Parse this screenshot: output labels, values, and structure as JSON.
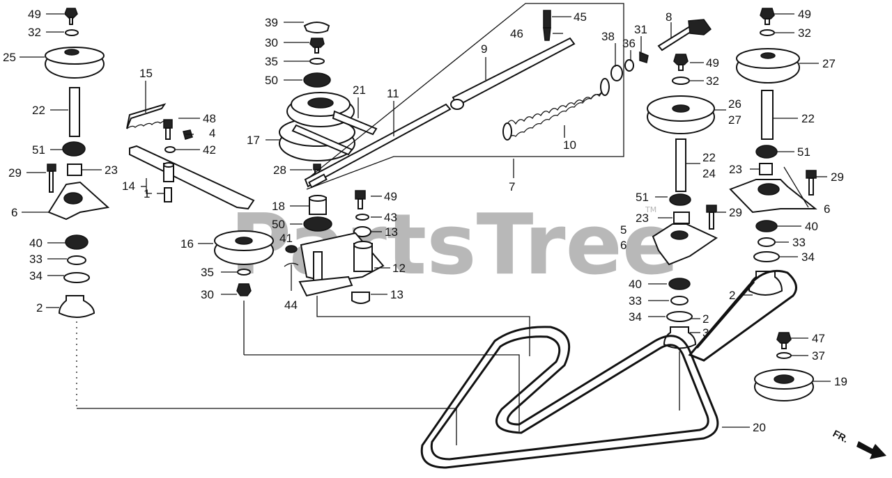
{
  "watermark": {
    "text": "PartsTree",
    "tm": "TM"
  },
  "direction": {
    "label": "FR."
  },
  "callouts": [
    "49",
    "32",
    "25",
    "22",
    "51",
    "29",
    "23",
    "6",
    "40",
    "33",
    "34",
    "2",
    "15",
    "48",
    "4",
    "42",
    "14",
    "1",
    "16",
    "35",
    "30",
    "39",
    "30",
    "35",
    "50",
    "21",
    "11",
    "17",
    "28",
    "18",
    "50",
    "41",
    "44",
    "12",
    "13",
    "13",
    "49",
    "43",
    "45",
    "46",
    "9",
    "38",
    "36",
    "31",
    "8",
    "10",
    "7",
    "49",
    "32",
    "26",
    "27",
    "22",
    "24",
    "51",
    "23",
    "5",
    "6",
    "29",
    "40",
    "33",
    "34",
    "2",
    "3",
    "49",
    "32",
    "27",
    "22",
    "51",
    "23",
    "29",
    "6",
    "40",
    "33",
    "34",
    "2",
    "47",
    "37",
    "19",
    "20"
  ]
}
